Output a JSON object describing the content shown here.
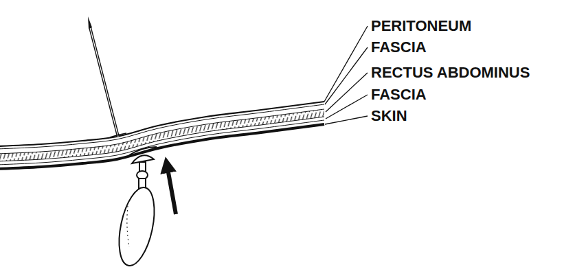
{
  "diagram": {
    "labels": [
      "PERITONEUM",
      "FASCIA",
      "RECTUS ABDOMINUS",
      "FASCIA",
      "SKIN"
    ]
  }
}
